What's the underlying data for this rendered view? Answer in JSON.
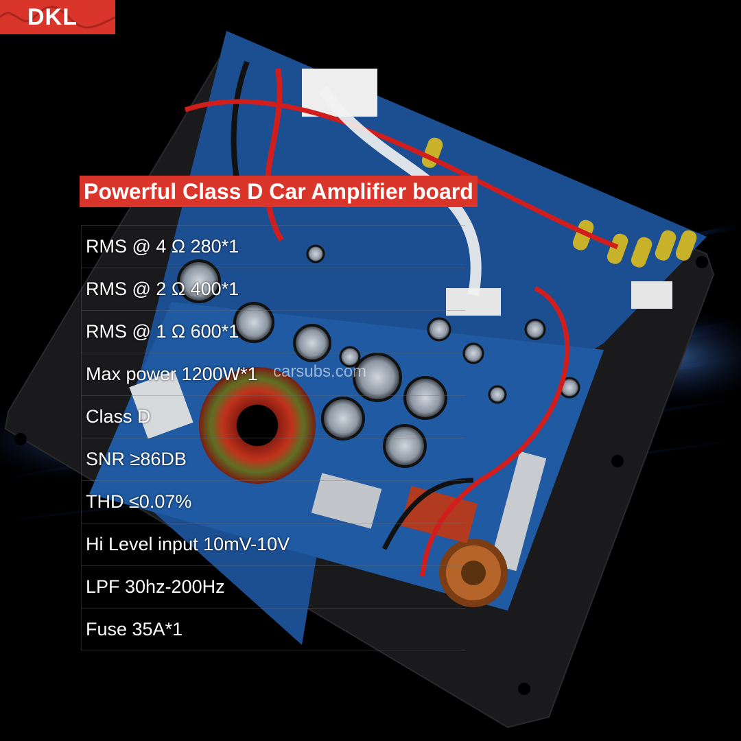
{
  "brand": {
    "logo_text": "DKL",
    "accent_color": "#d9352b"
  },
  "headline": "Powerful Class D Car Amplifier board",
  "specs": [
    "RMS @ 4 Ω 280*1",
    "RMS @ 2 Ω 400*1",
    "RMS @ 1 Ω 600*1",
    "Max power 1200W*1",
    "Class D",
    "SNR ≥86DB",
    "THD ≤0.07%",
    "Hi Level input 10mV-10V",
    "LPF 30hz-200Hz",
    "Fuse 35A*1"
  ],
  "watermark": "carsubs.com",
  "colors": {
    "board_blue": "#1c4f92",
    "plate_black": "#1a1a1c",
    "wire_red": "#d21d1d",
    "light_streak": "#2f6fe6"
  }
}
